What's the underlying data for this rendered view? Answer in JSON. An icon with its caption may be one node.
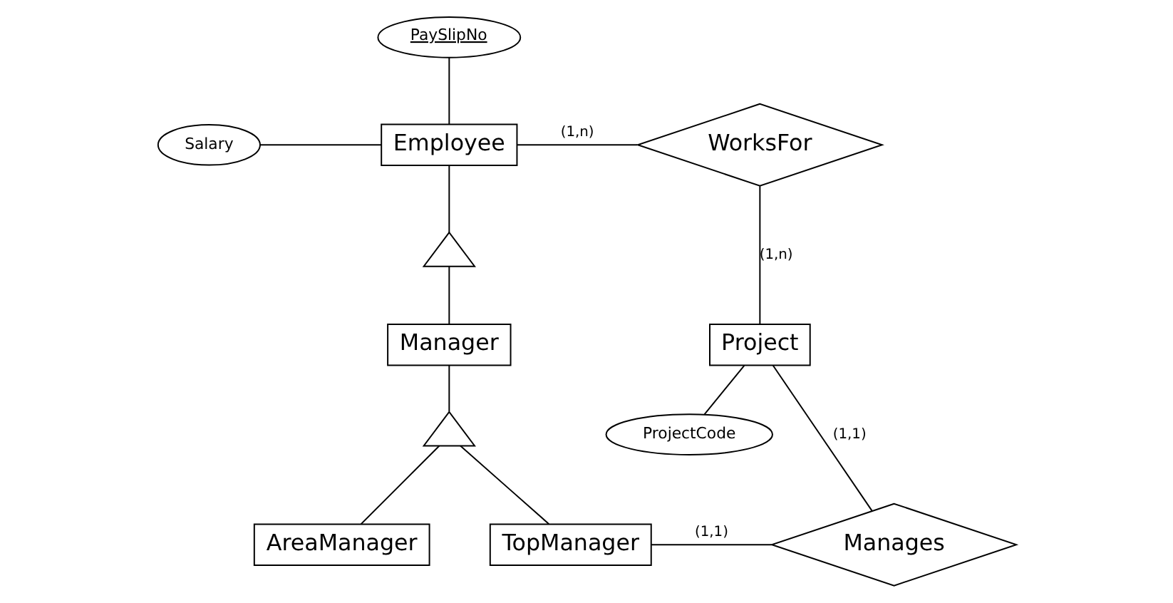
{
  "diagram": {
    "nodes": [
      {
        "text": [
          "PaySlipNo"
        ]
      },
      {
        "text": [
          "Salary"
        ]
      },
      {
        "text": [
          "Employee"
        ]
      },
      {
        "text": [
          "WorksFor"
        ]
      },
      {
        "text": [],
        "shape": "triangle"
      },
      {
        "text": [
          "ProjectCode"
        ]
      },
      {
        "text": [
          "Manager"
        ]
      },
      {
        "text": [
          "Project"
        ]
      },
      {
        "text": [],
        "shape": "triangle"
      },
      {
        "text": [
          "AreaManager"
        ]
      },
      {
        "text": [
          "TopManager"
        ]
      },
      {
        "text": [
          "Manages"
        ]
      }
    ],
    "edges": [
      {
        "from": 0,
        "to": 2,
        "arrow": "none"
      },
      {
        "from": 1,
        "to": 2,
        "arrow": "none"
      },
      {
        "from": 2,
        "to": 3,
        "arrow": "none",
        "label": "(1,n)"
      },
      {
        "from": 3,
        "to": 7,
        "arrow": "none",
        "label": "(1,n)"
      },
      {
        "from": 2,
        "to": 4,
        "arrow": "none"
      },
      {
        "from": 4,
        "to": 6,
        "arrow": "none"
      },
      {
        "from": 7,
        "to": 5,
        "arrow": "none"
      },
      {
        "from": 6,
        "to": 8,
        "arrow": "none"
      },
      {
        "from": 8,
        "to": 9,
        "arrow": "none"
      },
      {
        "from": 8,
        "to": 10,
        "arrow": "none"
      },
      {
        "from": 7,
        "to": 11,
        "arrow": "none",
        "label": "(1,1)"
      },
      {
        "from": 10,
        "to": 11,
        "arrow": "none",
        "label": "(1,1)"
      }
    ]
  }
}
